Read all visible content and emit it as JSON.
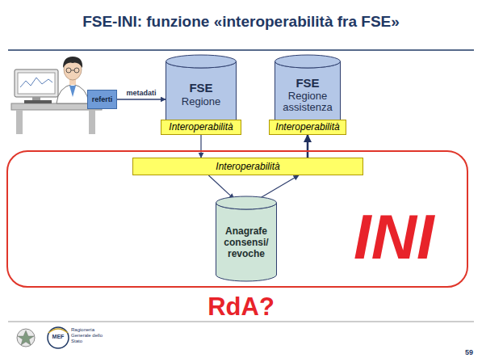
{
  "diagram": {
    "title": "FSE-INI: funzione «interoperabilità fra FSE»",
    "nodes": [
      {
        "text": [
          "referti"
        ]
      },
      {
        "text": [
          "FSE",
          "Regione"
        ]
      },
      {
        "text": [
          "Interoperabilità"
        ],
        "in": 1
      },
      {
        "text": [
          "FSE",
          "Regione assistenza"
        ]
      },
      {
        "text": [
          "Interoperabilità"
        ],
        "in": 3
      },
      {
        "text": [
          "INI"
        ]
      },
      {
        "text": [
          "Interoperabilità"
        ],
        "in": 5
      },
      {
        "text": [
          "Anagrafe consensi/ revoche"
        ],
        "in": 5
      }
    ],
    "edges": [
      {
        "from": 0,
        "to": 1,
        "label": "metadati",
        "arrow": "to"
      },
      {
        "from": 2,
        "to": 6,
        "arrow": "to"
      },
      {
        "from": 6,
        "to": 4,
        "arrow": "to"
      },
      {
        "from": 6,
        "to": 7,
        "arrow": "to"
      },
      {
        "from": 7,
        "to": 6,
        "arrow": "to"
      }
    ],
    "labels": [
      "RdA?",
      "MEF",
      "Ragioneria Generale dello Stato",
      "59"
    ]
  }
}
